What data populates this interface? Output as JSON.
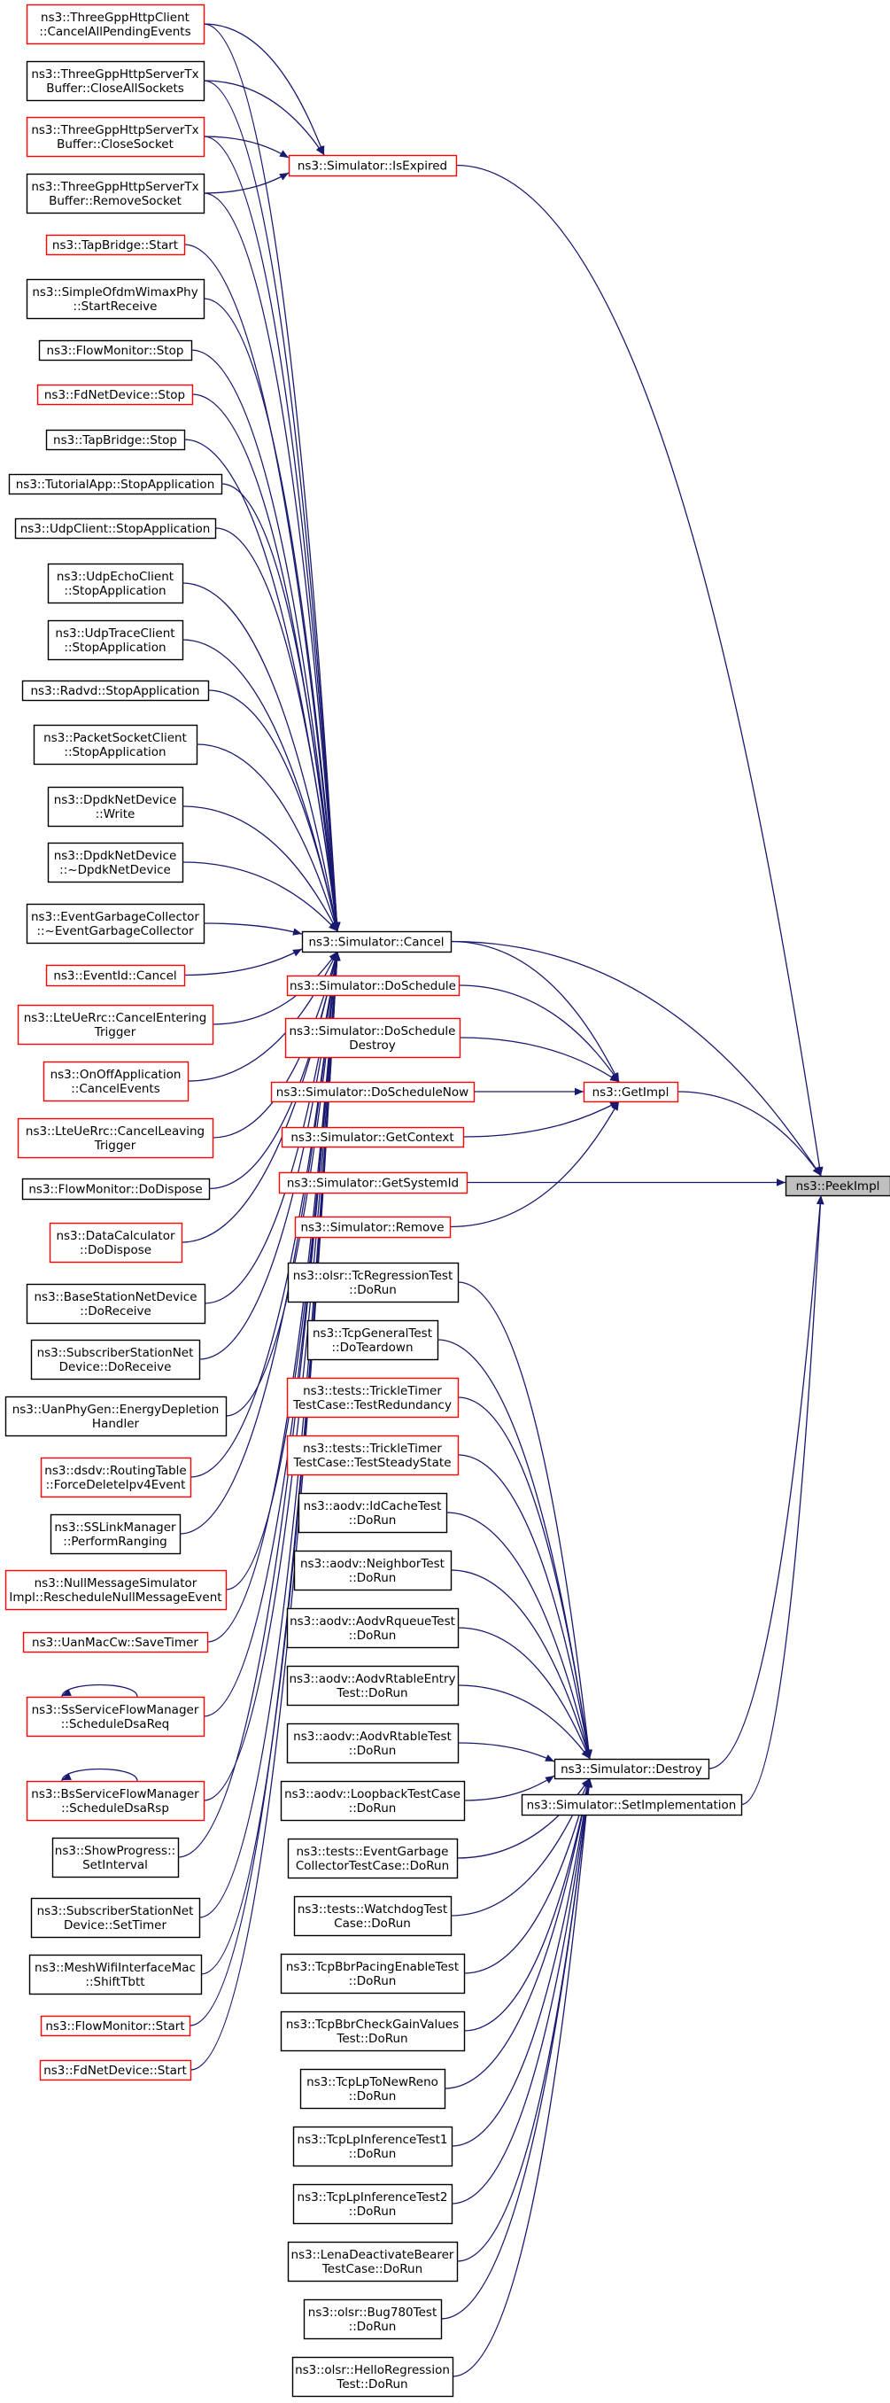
{
  "colors": {
    "edge": "#191970",
    "documented_border": "#000000",
    "undocumented_border": "#ff0000",
    "focus_fill": "#bfbfbf",
    "node_fill": "#ffffff"
  },
  "diagram": {
    "focus": "peek",
    "nodes": [
      {
        "id": "peek",
        "lines": [
          "ns3::PeekImpl"
        ],
        "style": "focus"
      },
      {
        "id": "getimpl",
        "lines": [
          "ns3::GetImpl"
        ],
        "style": "red"
      },
      {
        "id": "isexpired",
        "lines": [
          "ns3::Simulator::IsExpired"
        ],
        "style": "red"
      },
      {
        "id": "cancel",
        "lines": [
          "ns3::Simulator::Cancel"
        ],
        "style": "black"
      },
      {
        "id": "destroy",
        "lines": [
          "ns3::Simulator::Destroy"
        ],
        "style": "black"
      },
      {
        "id": "setimpl",
        "lines": [
          "ns3::Simulator::SetImplementation"
        ],
        "style": "black"
      },
      {
        "id": "getsysid",
        "lines": [
          "ns3::Simulator::GetSystemId"
        ],
        "style": "red"
      },
      {
        "id": "dosched",
        "lines": [
          "ns3::Simulator::DoSchedule"
        ],
        "style": "red"
      },
      {
        "id": "doschedd",
        "lines": [
          "ns3::Simulator::DoSchedule",
          "Destroy"
        ],
        "style": "red"
      },
      {
        "id": "doschednow",
        "lines": [
          "ns3::Simulator::DoScheduleNow"
        ],
        "style": "red"
      },
      {
        "id": "getctx",
        "lines": [
          "ns3::Simulator::GetContext"
        ],
        "style": "red"
      },
      {
        "id": "remove",
        "lines": [
          "ns3::Simulator::Remove"
        ],
        "style": "red"
      },
      {
        "id": "c1",
        "lines": [
          "ns3::ThreeGppHttpClient",
          "::CancelAllPendingEvents"
        ],
        "style": "red"
      },
      {
        "id": "c2",
        "lines": [
          "ns3::ThreeGppHttpServerTx",
          "Buffer::CloseAllSockets"
        ],
        "style": "black"
      },
      {
        "id": "c3",
        "lines": [
          "ns3::ThreeGppHttpServerTx",
          "Buffer::CloseSocket"
        ],
        "style": "red"
      },
      {
        "id": "c4",
        "lines": [
          "ns3::ThreeGppHttpServerTx",
          "Buffer::RemoveSocket"
        ],
        "style": "black"
      },
      {
        "id": "c5",
        "lines": [
          "ns3::TapBridge::Start"
        ],
        "style": "red"
      },
      {
        "id": "c6",
        "lines": [
          "ns3::SimpleOfdmWimaxPhy",
          "::StartReceive"
        ],
        "style": "black"
      },
      {
        "id": "c7",
        "lines": [
          "ns3::FlowMonitor::Stop"
        ],
        "style": "black"
      },
      {
        "id": "c8",
        "lines": [
          "ns3::FdNetDevice::Stop"
        ],
        "style": "red"
      },
      {
        "id": "c9",
        "lines": [
          "ns3::TapBridge::Stop"
        ],
        "style": "black"
      },
      {
        "id": "c10",
        "lines": [
          "ns3::TutorialApp::StopApplication"
        ],
        "style": "black"
      },
      {
        "id": "c11",
        "lines": [
          "ns3::UdpClient::StopApplication"
        ],
        "style": "black"
      },
      {
        "id": "c12",
        "lines": [
          "ns3::UdpEchoClient",
          "::StopApplication"
        ],
        "style": "black"
      },
      {
        "id": "c13",
        "lines": [
          "ns3::UdpTraceClient",
          "::StopApplication"
        ],
        "style": "black"
      },
      {
        "id": "c14",
        "lines": [
          "ns3::Radvd::StopApplication"
        ],
        "style": "black"
      },
      {
        "id": "c15",
        "lines": [
          "ns3::PacketSocketClient",
          "::StopApplication"
        ],
        "style": "black"
      },
      {
        "id": "c16",
        "lines": [
          "ns3::DpdkNetDevice",
          "::Write"
        ],
        "style": "black"
      },
      {
        "id": "c17",
        "lines": [
          "ns3::DpdkNetDevice",
          "::~DpdkNetDevice"
        ],
        "style": "black"
      },
      {
        "id": "c18",
        "lines": [
          "ns3::EventGarbageCollector",
          "::~EventGarbageCollector"
        ],
        "style": "black"
      },
      {
        "id": "c19",
        "lines": [
          "ns3::EventId::Cancel"
        ],
        "style": "red"
      },
      {
        "id": "c20",
        "lines": [
          "ns3::LteUeRrc::CancelEntering",
          "Trigger"
        ],
        "style": "red"
      },
      {
        "id": "c21",
        "lines": [
          "ns3::OnOffApplication",
          "::CancelEvents"
        ],
        "style": "red"
      },
      {
        "id": "c22",
        "lines": [
          "ns3::LteUeRrc::CancelLeaving",
          "Trigger"
        ],
        "style": "red"
      },
      {
        "id": "c23",
        "lines": [
          "ns3::FlowMonitor::DoDispose"
        ],
        "style": "black"
      },
      {
        "id": "c24",
        "lines": [
          "ns3::DataCalculator",
          "::DoDispose"
        ],
        "style": "red"
      },
      {
        "id": "c25",
        "lines": [
          "ns3::BaseStationNetDevice",
          "::DoReceive"
        ],
        "style": "black"
      },
      {
        "id": "c26",
        "lines": [
          "ns3::SubscriberStationNet",
          "Device::DoReceive"
        ],
        "style": "black"
      },
      {
        "id": "c27",
        "lines": [
          "ns3::UanPhyGen::EnergyDepletion",
          "Handler"
        ],
        "style": "black"
      },
      {
        "id": "c28",
        "lines": [
          "ns3::dsdv::RoutingTable",
          "::ForceDeleteIpv4Event"
        ],
        "style": "red"
      },
      {
        "id": "c29",
        "lines": [
          "ns3::SSLinkManager",
          "::PerformRanging"
        ],
        "style": "black"
      },
      {
        "id": "c30",
        "lines": [
          "ns3::NullMessageSimulator",
          "Impl::RescheduleNullMessageEvent"
        ],
        "style": "red"
      },
      {
        "id": "c31",
        "lines": [
          "ns3::UanMacCw::SaveTimer"
        ],
        "style": "red"
      },
      {
        "id": "c32",
        "lines": [
          "ns3::SsServiceFlowManager",
          "::ScheduleDsaReq"
        ],
        "style": "red"
      },
      {
        "id": "c33",
        "lines": [
          "ns3::BsServiceFlowManager",
          "::ScheduleDsaRsp"
        ],
        "style": "red"
      },
      {
        "id": "c34",
        "lines": [
          "ns3::ShowProgress::",
          "SetInterval"
        ],
        "style": "black"
      },
      {
        "id": "c35",
        "lines": [
          "ns3::SubscriberStationNet",
          "Device::SetTimer"
        ],
        "style": "black"
      },
      {
        "id": "c36",
        "lines": [
          "ns3::MeshWifiInterfaceMac",
          "::ShiftTbtt"
        ],
        "style": "black"
      },
      {
        "id": "c37",
        "lines": [
          "ns3::FlowMonitor::Start"
        ],
        "style": "red"
      },
      {
        "id": "c38",
        "lines": [
          "ns3::FdNetDevice::Start"
        ],
        "style": "red"
      },
      {
        "id": "d1",
        "lines": [
          "ns3::olsr::TcRegressionTest",
          "::DoRun"
        ],
        "style": "black"
      },
      {
        "id": "d2",
        "lines": [
          "ns3::TcpGeneralTest",
          "::DoTeardown"
        ],
        "style": "black"
      },
      {
        "id": "d3",
        "lines": [
          "ns3::tests::TrickleTimer",
          "TestCase::TestRedundancy"
        ],
        "style": "red"
      },
      {
        "id": "d4",
        "lines": [
          "ns3::tests::TrickleTimer",
          "TestCase::TestSteadyState"
        ],
        "style": "red"
      },
      {
        "id": "d5",
        "lines": [
          "ns3::aodv::IdCacheTest",
          "::DoRun"
        ],
        "style": "black"
      },
      {
        "id": "d6",
        "lines": [
          "ns3::aodv::NeighborTest",
          "::DoRun"
        ],
        "style": "black"
      },
      {
        "id": "d7",
        "lines": [
          "ns3::aodv::AodvRqueueTest",
          "::DoRun"
        ],
        "style": "black"
      },
      {
        "id": "d8",
        "lines": [
          "ns3::aodv::AodvRtableEntry",
          "Test::DoRun"
        ],
        "style": "black"
      },
      {
        "id": "d9",
        "lines": [
          "ns3::aodv::AodvRtableTest",
          "::DoRun"
        ],
        "style": "black"
      },
      {
        "id": "d10",
        "lines": [
          "ns3::aodv::LoopbackTestCase",
          "::DoRun"
        ],
        "style": "black"
      },
      {
        "id": "d11",
        "lines": [
          "ns3::tests::EventGarbage",
          "CollectorTestCase::DoRun"
        ],
        "style": "black"
      },
      {
        "id": "d12",
        "lines": [
          "ns3::tests::WatchdogTest",
          "Case::DoRun"
        ],
        "style": "black"
      },
      {
        "id": "d13",
        "lines": [
          "ns3::TcpBbrPacingEnableTest",
          "::DoRun"
        ],
        "style": "black"
      },
      {
        "id": "d14",
        "lines": [
          "ns3::TcpBbrCheckGainValues",
          "Test::DoRun"
        ],
        "style": "black"
      },
      {
        "id": "d15",
        "lines": [
          "ns3::TcpLpToNewReno",
          "::DoRun"
        ],
        "style": "black"
      },
      {
        "id": "d16",
        "lines": [
          "ns3::TcpLpInferenceTest1",
          "::DoRun"
        ],
        "style": "black"
      },
      {
        "id": "d17",
        "lines": [
          "ns3::TcpLpInferenceTest2",
          "::DoRun"
        ],
        "style": "black"
      },
      {
        "id": "d18",
        "lines": [
          "ns3::LenaDeactivateBearer",
          "TestCase::DoRun"
        ],
        "style": "black"
      },
      {
        "id": "d19",
        "lines": [
          "ns3::olsr::Bug780Test",
          "::DoRun"
        ],
        "style": "black"
      },
      {
        "id": "d20",
        "lines": [
          "ns3::olsr::HelloRegression",
          "Test::DoRun"
        ],
        "style": "black"
      }
    ],
    "edges": [
      [
        "getimpl",
        "peek"
      ],
      [
        "isexpired",
        "peek"
      ],
      [
        "cancel",
        "peek"
      ],
      [
        "destroy",
        "peek"
      ],
      [
        "setimpl",
        "peek"
      ],
      [
        "getsysid",
        "peek"
      ],
      [
        "cancel",
        "getimpl"
      ],
      [
        "dosched",
        "getimpl"
      ],
      [
        "doschedd",
        "getimpl"
      ],
      [
        "doschednow",
        "getimpl"
      ],
      [
        "getctx",
        "getimpl"
      ],
      [
        "remove",
        "getimpl"
      ],
      [
        "c1",
        "isexpired"
      ],
      [
        "c2",
        "isexpired"
      ],
      [
        "c3",
        "isexpired"
      ],
      [
        "c4",
        "isexpired"
      ],
      [
        "c1",
        "cancel"
      ],
      [
        "c2",
        "cancel"
      ],
      [
        "c3",
        "cancel"
      ],
      [
        "c4",
        "cancel"
      ],
      [
        "c5",
        "cancel"
      ],
      [
        "c6",
        "cancel"
      ],
      [
        "c7",
        "cancel"
      ],
      [
        "c8",
        "cancel"
      ],
      [
        "c9",
        "cancel"
      ],
      [
        "c10",
        "cancel"
      ],
      [
        "c11",
        "cancel"
      ],
      [
        "c12",
        "cancel"
      ],
      [
        "c13",
        "cancel"
      ],
      [
        "c14",
        "cancel"
      ],
      [
        "c15",
        "cancel"
      ],
      [
        "c16",
        "cancel"
      ],
      [
        "c17",
        "cancel"
      ],
      [
        "c18",
        "cancel"
      ],
      [
        "c19",
        "cancel"
      ],
      [
        "c20",
        "cancel"
      ],
      [
        "c21",
        "cancel"
      ],
      [
        "c22",
        "cancel"
      ],
      [
        "c23",
        "cancel"
      ],
      [
        "c24",
        "cancel"
      ],
      [
        "c25",
        "cancel"
      ],
      [
        "c26",
        "cancel"
      ],
      [
        "c27",
        "cancel"
      ],
      [
        "c28",
        "cancel"
      ],
      [
        "c29",
        "cancel"
      ],
      [
        "c30",
        "cancel"
      ],
      [
        "c31",
        "cancel"
      ],
      [
        "c32",
        "cancel"
      ],
      [
        "c33",
        "cancel"
      ],
      [
        "c34",
        "cancel"
      ],
      [
        "c35",
        "cancel"
      ],
      [
        "c36",
        "cancel"
      ],
      [
        "c37",
        "cancel"
      ],
      [
        "c38",
        "cancel"
      ],
      [
        "c32",
        "c32"
      ],
      [
        "c33",
        "c33"
      ],
      [
        "d1",
        "destroy"
      ],
      [
        "d2",
        "destroy"
      ],
      [
        "d3",
        "destroy"
      ],
      [
        "d4",
        "destroy"
      ],
      [
        "d5",
        "destroy"
      ],
      [
        "d6",
        "destroy"
      ],
      [
        "d7",
        "destroy"
      ],
      [
        "d8",
        "destroy"
      ],
      [
        "d9",
        "destroy"
      ],
      [
        "d10",
        "destroy"
      ],
      [
        "d11",
        "destroy"
      ],
      [
        "d12",
        "destroy"
      ],
      [
        "d13",
        "destroy"
      ],
      [
        "d14",
        "destroy"
      ],
      [
        "d15",
        "destroy"
      ],
      [
        "d16",
        "destroy"
      ],
      [
        "d17",
        "destroy"
      ],
      [
        "d18",
        "destroy"
      ],
      [
        "d19",
        "destroy"
      ],
      [
        "d20",
        "destroy"
      ]
    ]
  }
}
